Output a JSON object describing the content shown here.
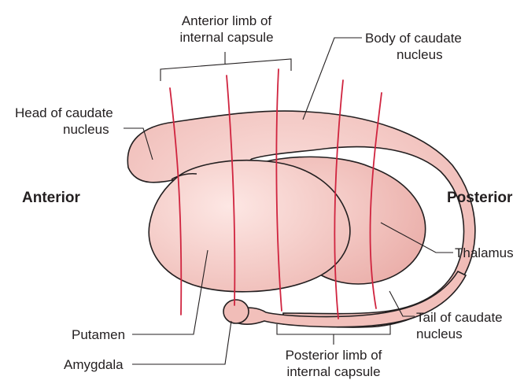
{
  "labels": {
    "anterior_limb_1": "Anterior limb of",
    "anterior_limb_2": "internal capsule",
    "body_caudate_1": "Body of caudate",
    "body_caudate_2": "nucleus",
    "head_caudate_1": "Head of caudate",
    "head_caudate_2": "nucleus",
    "anterior": "Anterior",
    "posterior": "Posterior",
    "thalamus": "Thalamus",
    "tail_caudate_1": "Tail of caudate",
    "tail_caudate_2": "nucleus",
    "putamen": "Putamen",
    "amygdala": "Amygdala",
    "posterior_limb_1": "Posterior limb of",
    "posterior_limb_2": "internal capsule"
  },
  "colors": {
    "structure_fill": "#f4c6c2",
    "structure_shade": "#e8aaa6",
    "fiber": "#d0243f",
    "outline": "#231f20"
  }
}
